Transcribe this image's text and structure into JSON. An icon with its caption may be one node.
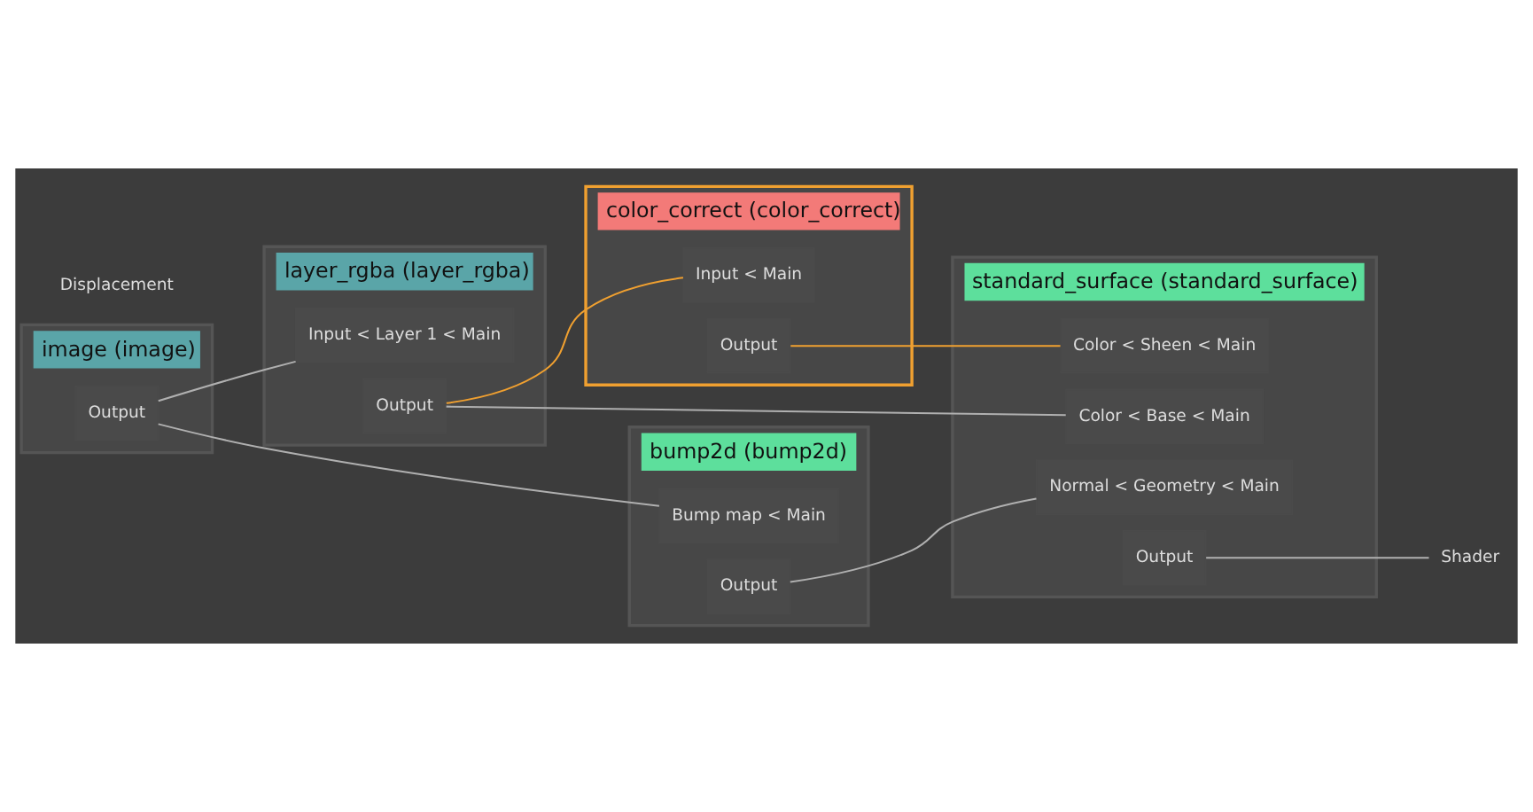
{
  "diagram": {
    "nodes": [
      {
        "text": [
          "layer_rgba (layer_rgba)"
        ]
      },
      {
        "text": [
          "Input < Layer 1 < Main"
        ],
        "in": 0
      },
      {
        "text": [
          "Output"
        ],
        "in": 0
      },
      {
        "text": [
          "image (image)"
        ]
      },
      {
        "text": [
          "Output"
        ],
        "in": 3
      },
      {
        "text": [
          "color_correct (color_correct)"
        ]
      },
      {
        "text": [
          "Input < Main"
        ],
        "in": 5
      },
      {
        "text": [
          "Output"
        ],
        "in": 5
      },
      {
        "text": [
          "standard_surface (standard_surface)"
        ]
      },
      {
        "text": [
          "Color < Sheen < Main"
        ],
        "in": 8
      },
      {
        "text": [
          "Normal < Geometry < Main"
        ],
        "in": 8
      },
      {
        "text": [
          "Color < Base < Main"
        ],
        "in": 8
      },
      {
        "text": [
          "Output"
        ],
        "in": 8
      },
      {
        "text": [
          "bump2d (bump2d)"
        ]
      },
      {
        "text": [
          "Bump map < Main"
        ],
        "in": 13
      },
      {
        "text": [
          "Output"
        ],
        "in": 13
      },
      {
        "text": [
          "Shader"
        ]
      }
    ],
    "edges": [
      {
        "from": 4,
        "to": 1,
        "arrow": "none"
      },
      {
        "from": 4,
        "to": 14,
        "arrow": "none"
      },
      {
        "from": 2,
        "to": 6,
        "arrow": "none",
        "color": "#f0a030"
      },
      {
        "from": 2,
        "to": 11,
        "arrow": "none"
      },
      {
        "from": 7,
        "to": 9,
        "arrow": "none",
        "color": "#f0a030"
      },
      {
        "from": 15,
        "to": 10,
        "arrow": "none"
      },
      {
        "from": 12,
        "to": 16,
        "arrow": "none"
      }
    ],
    "labels": [
      "Displacement"
    ]
  }
}
